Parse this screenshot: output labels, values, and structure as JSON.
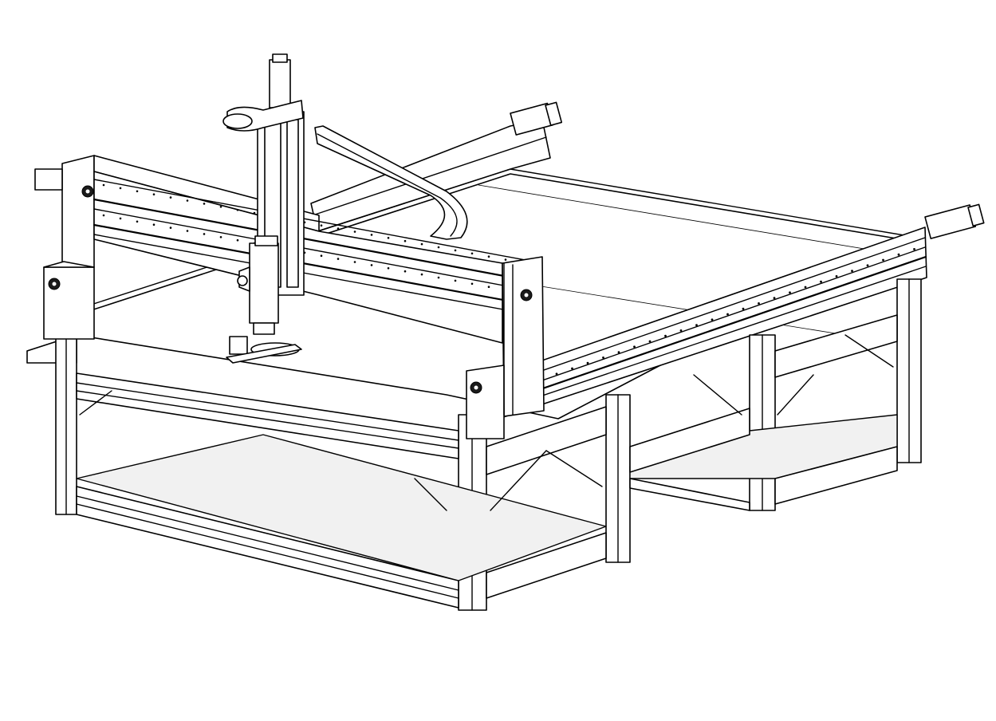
{
  "drawing": {
    "subject": "cnc-router-gantry-machine",
    "style": "technical-line-art",
    "colors": {
      "line": "#000000",
      "background": "#ffffff",
      "panel": "#f1f1f1",
      "dark": "#1b1b1b"
    },
    "mounting_bolt_count": 4
  }
}
